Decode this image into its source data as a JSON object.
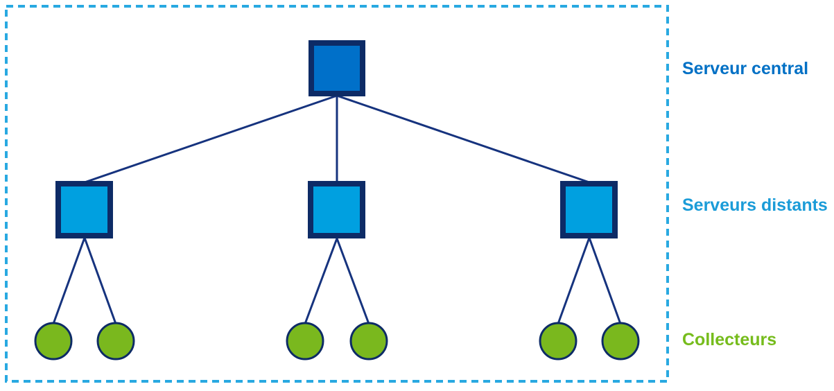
{
  "diagram": {
    "type": "network-hierarchy",
    "labels": {
      "central": "Serveur central",
      "remote": "Serveurs distants",
      "collectors": "Collecteurs"
    },
    "structure": {
      "central_servers": 1,
      "remote_servers": 3,
      "collectors_per_remote": 2,
      "collectors_total": 6
    },
    "colors": {
      "central_fill": "#0070c9",
      "remote_fill": "#00a0e0",
      "collector_fill": "#7ab81e",
      "node_border": "#0d2b66",
      "connector": "#16337e",
      "boundary_dashed": "#29a9e1",
      "central_label_color": "#0070c5",
      "remote_label_color": "#1b9cd8",
      "collector_label_color": "#76bc1c"
    }
  }
}
